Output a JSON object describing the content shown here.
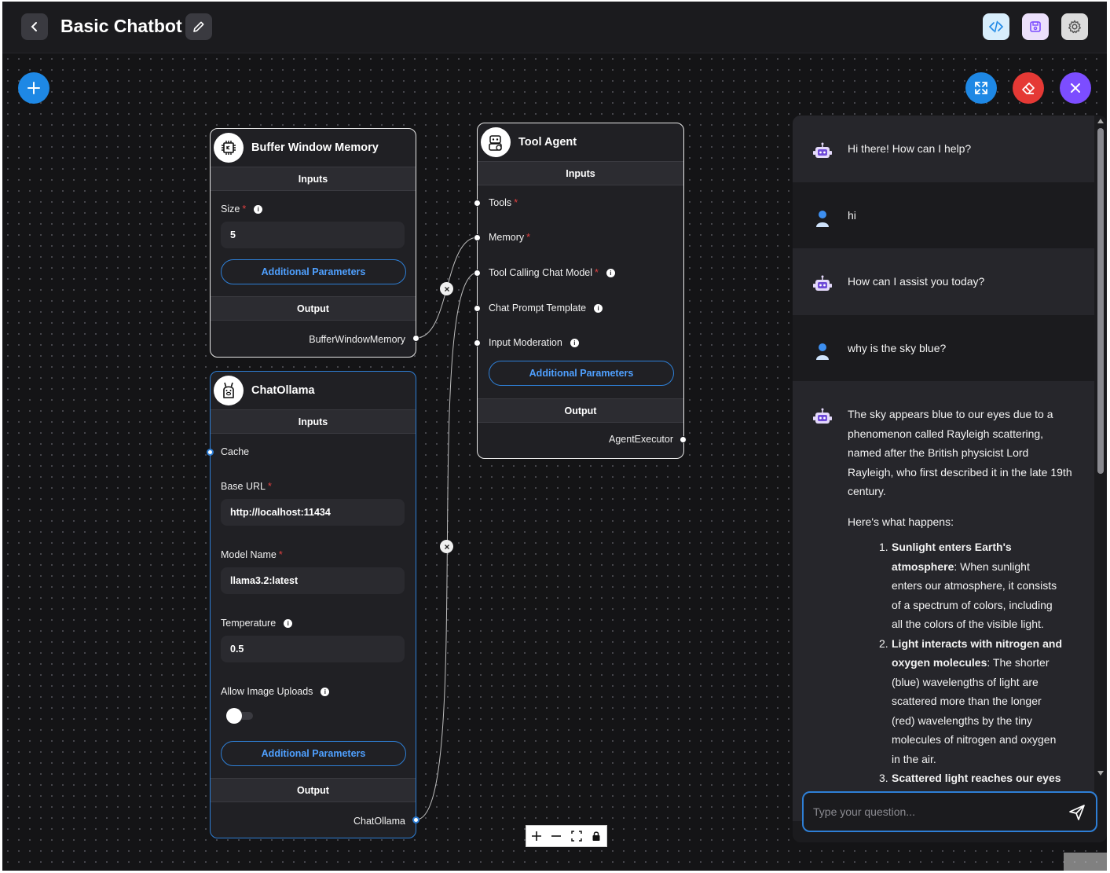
{
  "header": {
    "title": "Basic Chatbot",
    "back_icon": "chevron-left-icon",
    "edit_icon": "pencil-icon",
    "api_icon": "code-icon",
    "save_icon": "save-icon",
    "settings_icon": "gear-icon"
  },
  "canvas_controls": {
    "add_icon": "plus-icon",
    "expand_icon": "expand-icon",
    "clear_icon": "eraser-icon",
    "close_icon": "close-icon"
  },
  "nodes": {
    "buffer": {
      "title": "Buffer Window Memory",
      "inputs_label": "Inputs",
      "size_label": "Size",
      "size_value": "5",
      "additional_label": "Additional Parameters",
      "output_label": "Output",
      "output_name": "BufferWindowMemory"
    },
    "ollama": {
      "title": "ChatOllama",
      "inputs_label": "Inputs",
      "cache_label": "Cache",
      "base_url_label": "Base URL",
      "base_url_value": "http://localhost:11434",
      "model_label": "Model Name",
      "model_value": "llama3.2:latest",
      "temperature_label": "Temperature",
      "temperature_value": "0.5",
      "uploads_label": "Allow Image Uploads",
      "additional_label": "Additional Parameters",
      "output_label": "Output",
      "output_name": "ChatOllama"
    },
    "agent": {
      "title": "Tool Agent",
      "inputs_label": "Inputs",
      "tools_label": "Tools",
      "memory_label": "Memory",
      "chat_model_label": "Tool Calling Chat Model",
      "prompt_label": "Chat Prompt Template",
      "moderation_label": "Input Moderation",
      "additional_label": "Additional Parameters",
      "output_label": "Output",
      "output_name": "AgentExecutor"
    }
  },
  "chat": {
    "messages": [
      {
        "role": "bot",
        "text": "Hi there! How can I help?"
      },
      {
        "role": "user",
        "text": "hi"
      },
      {
        "role": "bot",
        "text": "How can I assist you today?"
      },
      {
        "role": "user",
        "text": "why is the sky blue?"
      }
    ],
    "answer": {
      "intro": "The sky appears blue to our eyes due to a phenomenon called Rayleigh scattering, named after the British physicist Lord Rayleigh, who first described it in the late 19th century.",
      "lead": "Here's what happens:",
      "items": [
        {
          "num": "1.",
          "bold": "Sunlight enters Earth's atmosphere",
          "rest": ": When sunlight enters our atmosphere, it consists of a spectrum of colors, including all the colors of the visible light."
        },
        {
          "num": "2.",
          "bold": "Light interacts with nitrogen and oxygen molecules",
          "rest": ": The shorter (blue) wavelengths of light are scattered more than the longer (red) wavelengths by the tiny molecules of nitrogen and oxygen in the air."
        },
        {
          "num": "3.",
          "bold": "Scattered light reaches our eyes",
          "rest": ""
        }
      ]
    },
    "input_placeholder": "Type your question...",
    "send_icon": "send-icon"
  },
  "zoom_controls": [
    "zoom-in-icon",
    "zoom-out-icon",
    "fit-view-icon",
    "lock-icon"
  ],
  "colors": {
    "accent_blue": "#2e7fd6",
    "add_button": "#1e88e5",
    "clear_button": "#e53935",
    "close_button": "#7c4dff",
    "required": "#e04040"
  }
}
